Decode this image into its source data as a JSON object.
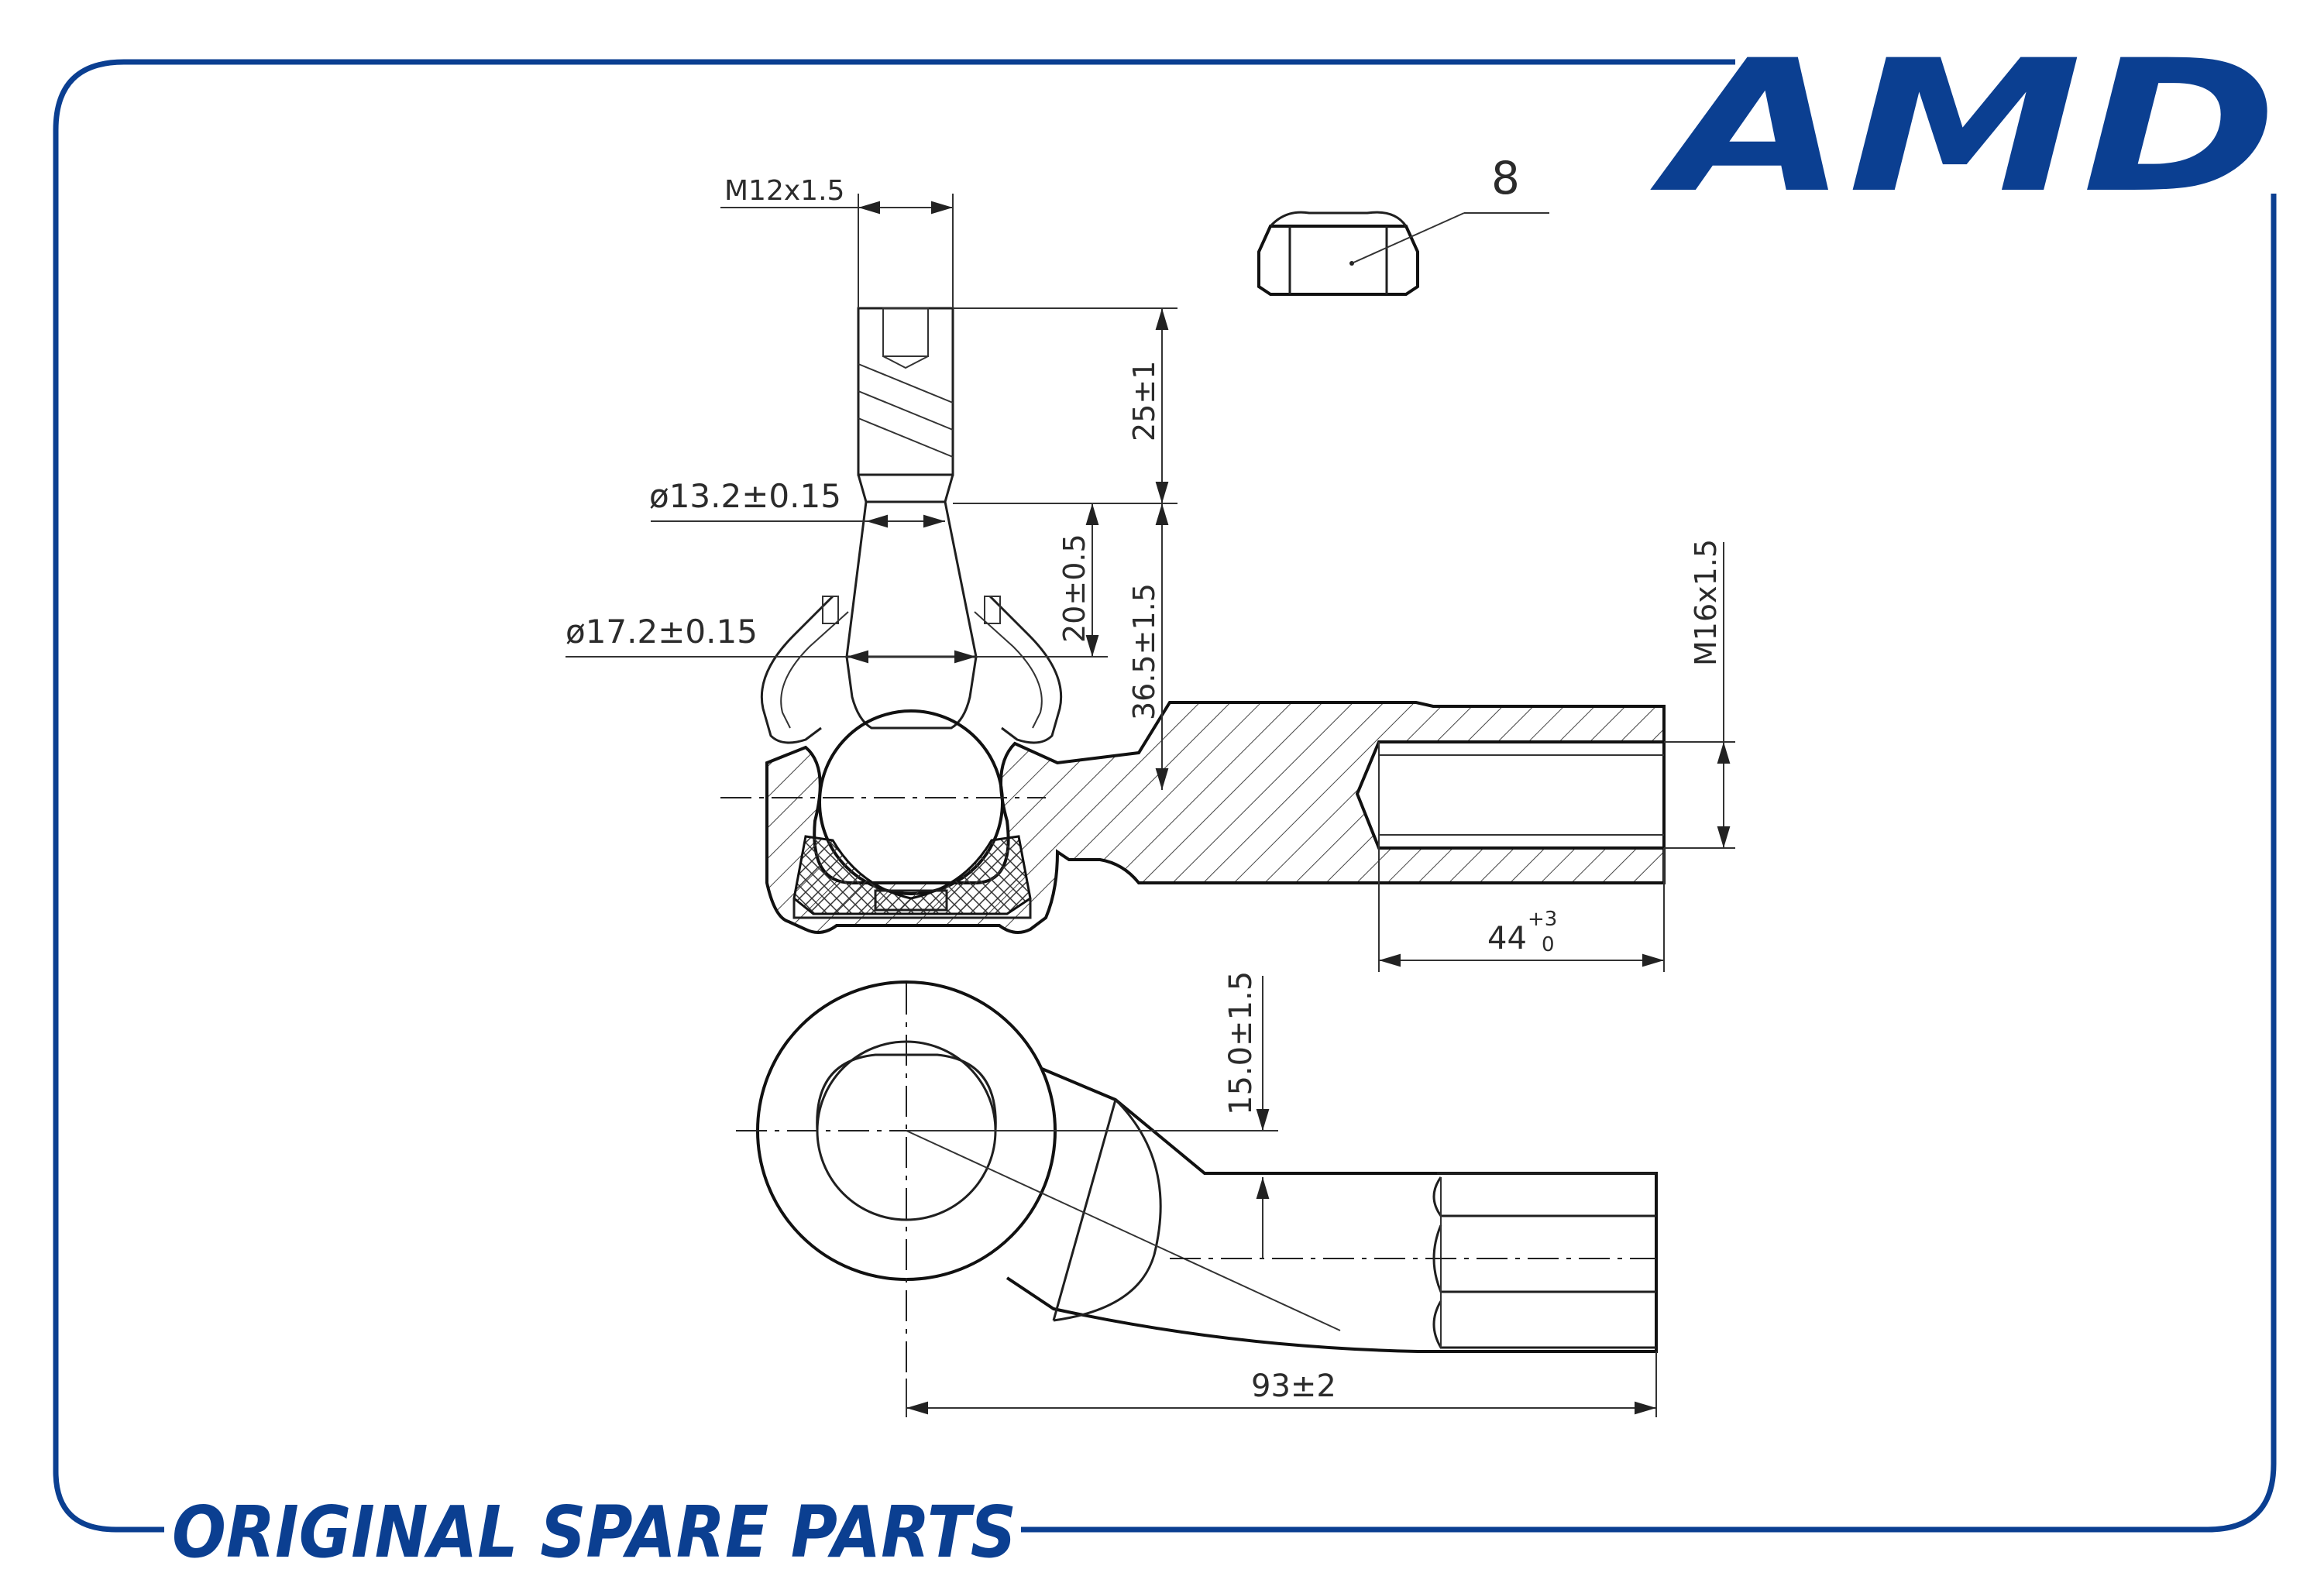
{
  "brand": {
    "logo_text": "AMD",
    "tagline": "ORIGINAL SPARE PARTS",
    "color": "#0b3f91"
  },
  "drawing": {
    "callout_nut": "8",
    "dims": {
      "thread_top": "M12x1.5",
      "stud_length": "25±1",
      "diam_neck": "ø13.2±0.15",
      "diam_cone": "ø17.2±0.15",
      "cone_height": "20±0.5",
      "stud_height": "36.5±1.5",
      "thread_side": "M16x1.5",
      "thread_depth_main": "44",
      "thread_depth_tol_upper": "+3",
      "thread_depth_tol_lower": "0",
      "offset": "15.0±1.5",
      "overall_length": "93±2"
    }
  }
}
